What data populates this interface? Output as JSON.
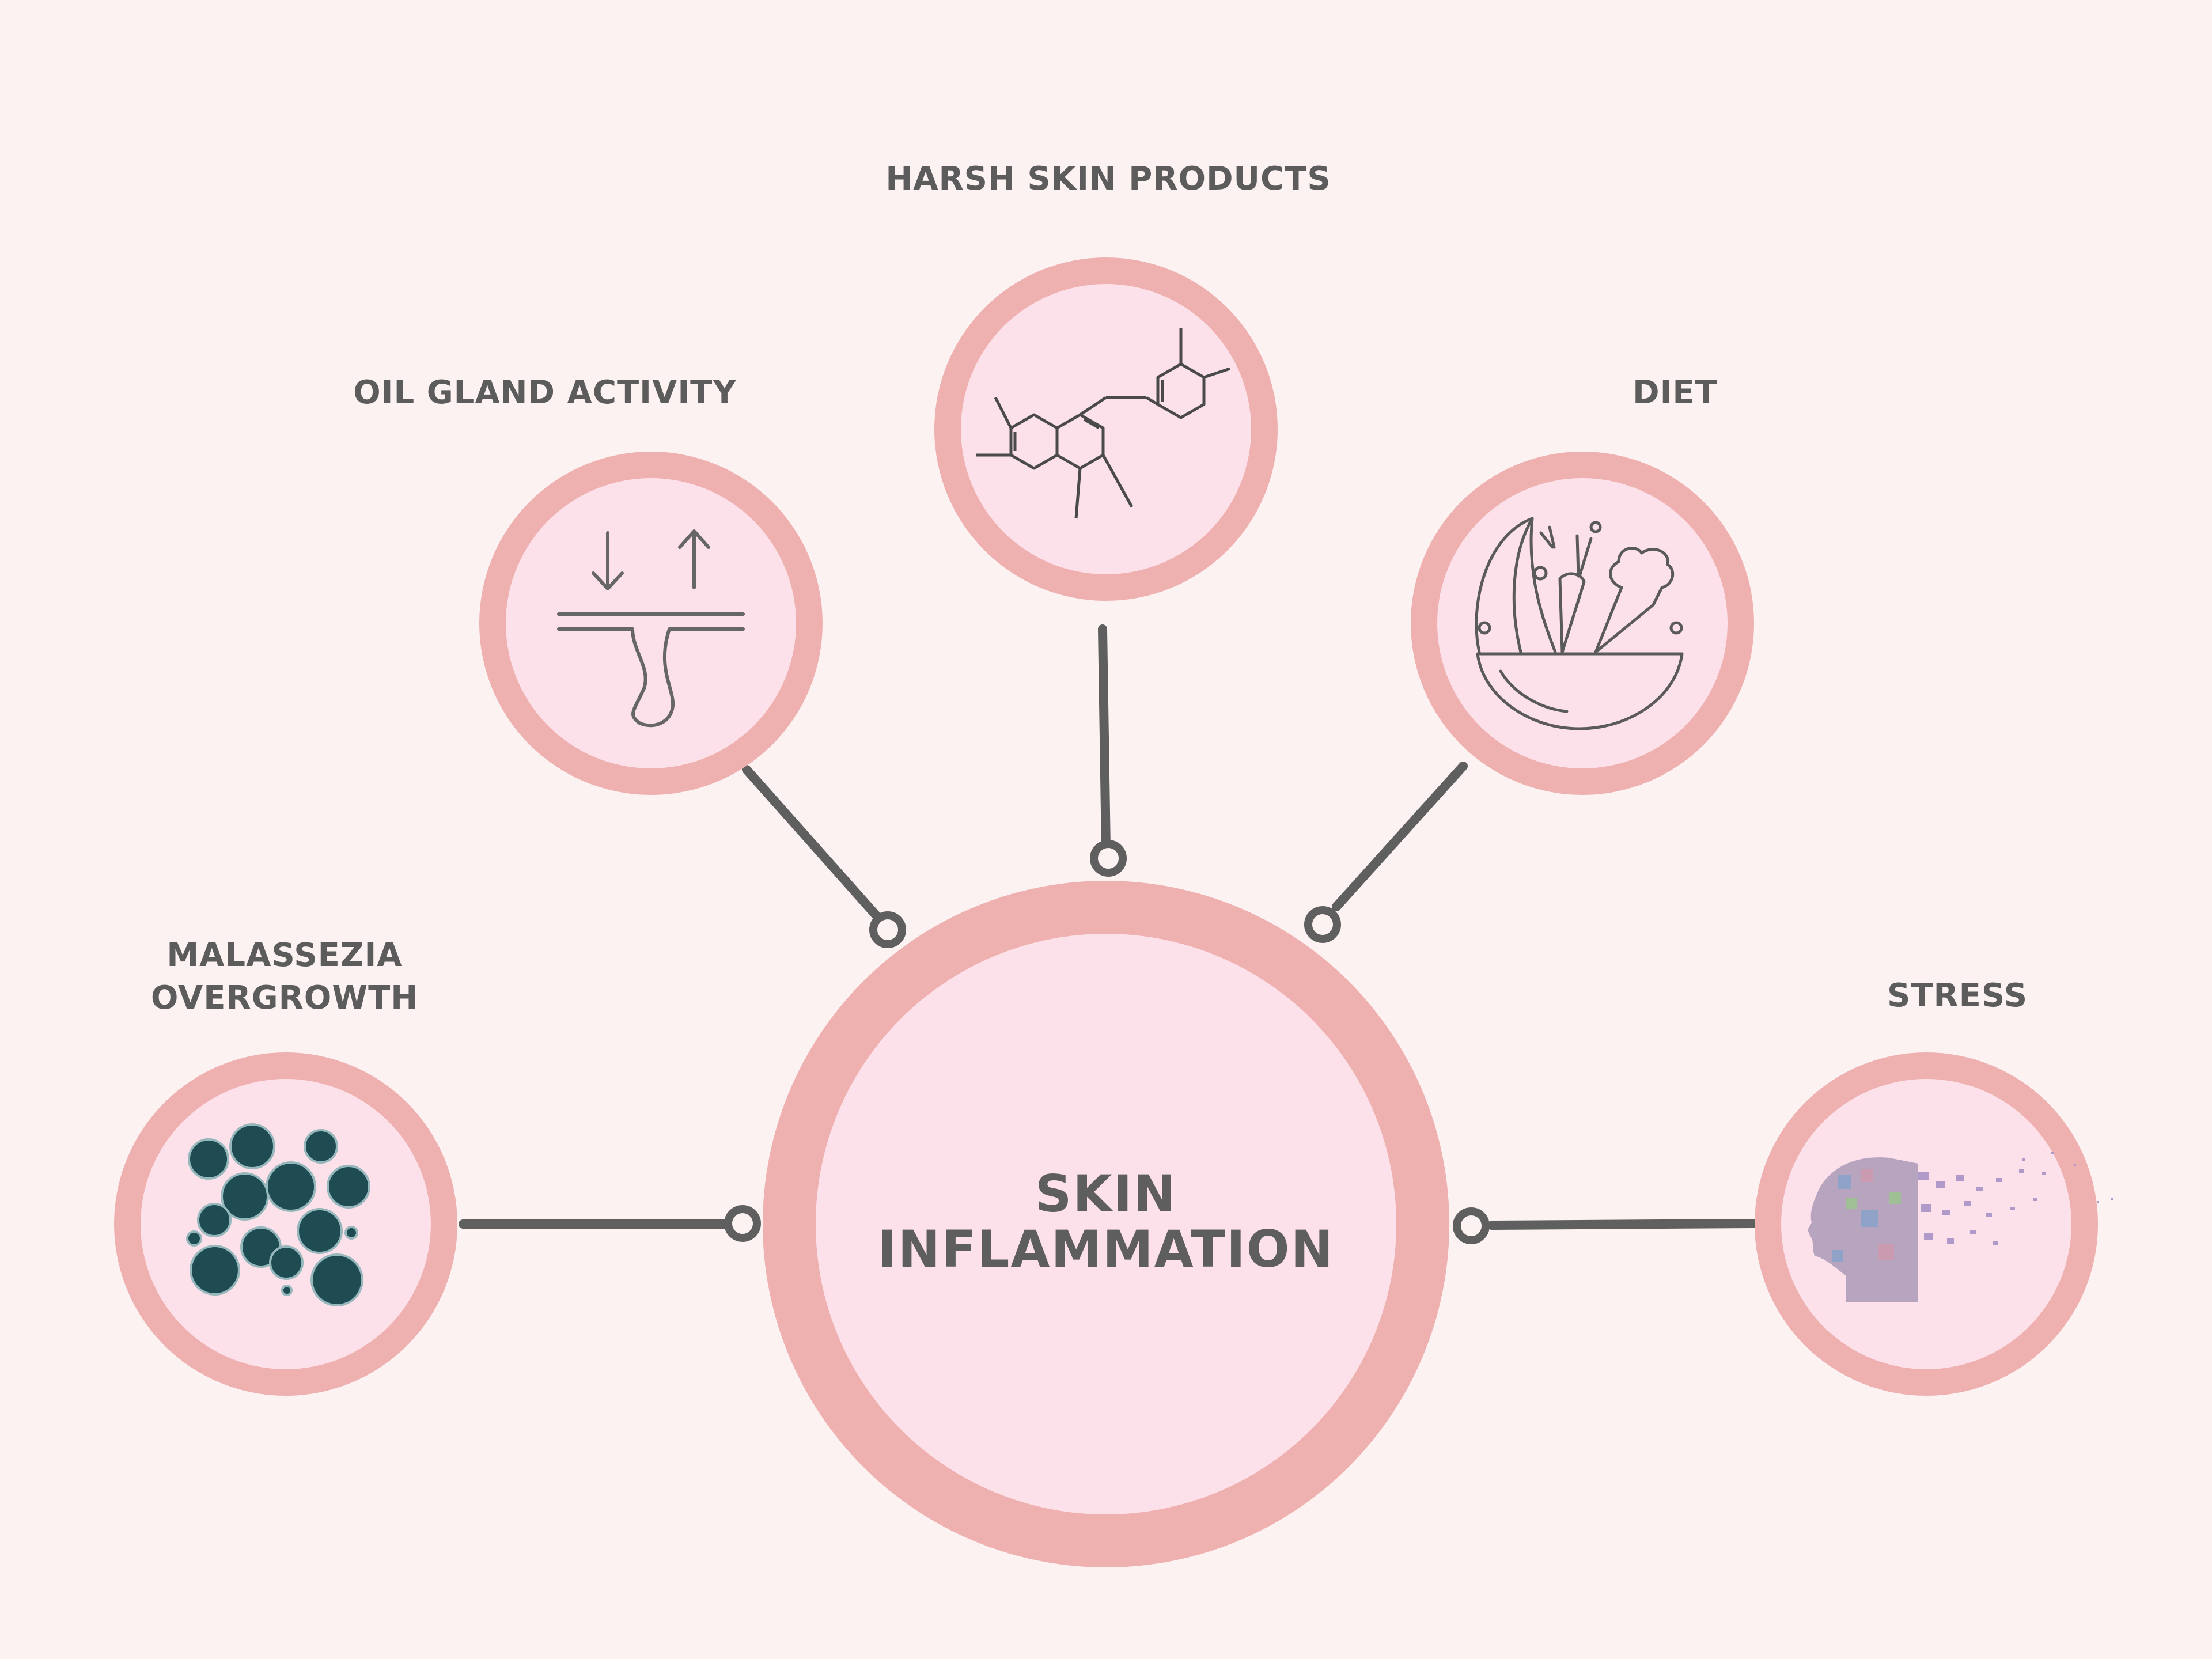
{
  "center": {
    "line1": "SKIN",
    "line2": "INFLAMMATION"
  },
  "causes": [
    {
      "id": "oil",
      "label": "OIL GLAND ACTIVITY",
      "icon": "oil-gland-icon"
    },
    {
      "id": "harsh",
      "label": "HARSH SKIN PRODUCTS",
      "icon": "chemical-structure-icon"
    },
    {
      "id": "diet",
      "label": "DIET",
      "icon": "food-bowl-icon"
    },
    {
      "id": "malassezia",
      "label_line1": "MALASSEZIA",
      "label_line2": "OVERGROWTH",
      "icon": "fungus-cells-icon"
    },
    {
      "id": "stress",
      "label": "STRESS",
      "icon": "dissolving-head-icon"
    }
  ],
  "colors": {
    "background": "#fdf2f2",
    "ring": "#efb0b0",
    "fill": "#fde1ea",
    "connector": "#5f5f5f",
    "text": "#5c5c5c"
  }
}
